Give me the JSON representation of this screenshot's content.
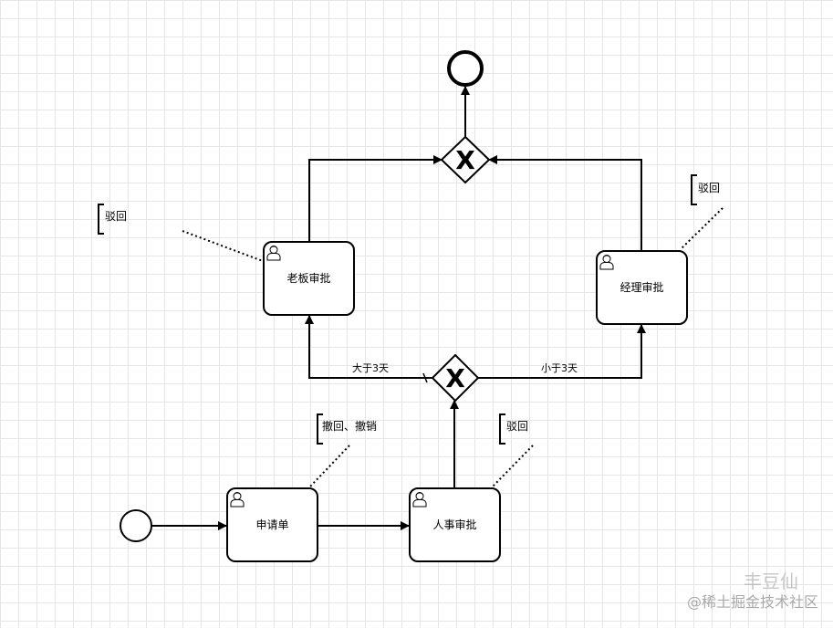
{
  "tasks": {
    "boss": "老板审批",
    "manager": "经理审批",
    "request": "申请单",
    "hr": "人事审批"
  },
  "gateways": {
    "top": "X",
    "mid": "X"
  },
  "edges": {
    "gt3": "大于3天",
    "lt3": "小于3天"
  },
  "annotations": {
    "boss_reject": "驳回",
    "manager_reject": "驳回",
    "request_withdraw": "撤回、撤销",
    "hr_reject": "驳回"
  },
  "watermark": {
    "main": "@稀土掘金技术社区",
    "sub": "丰豆仙"
  }
}
